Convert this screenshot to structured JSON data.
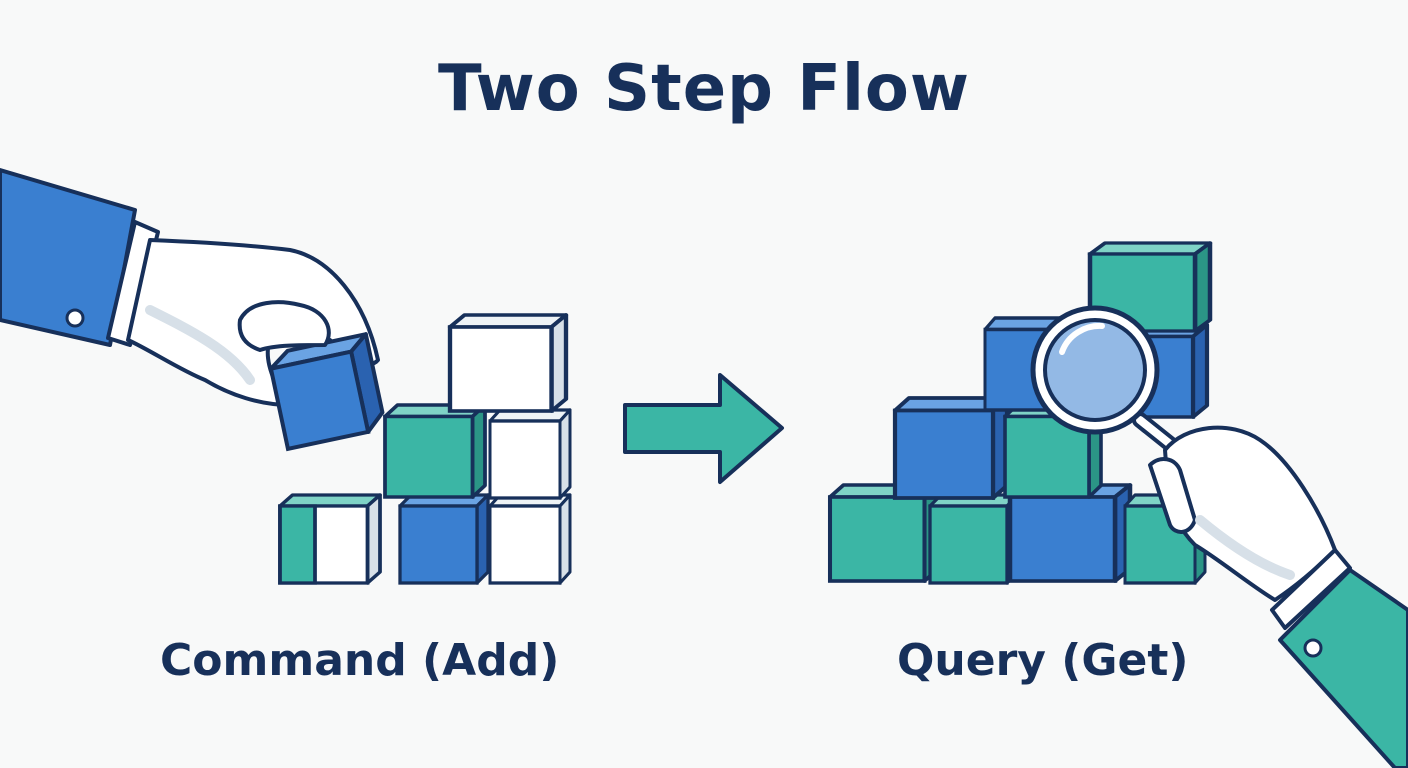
{
  "title": "Two Step Flow",
  "steps": [
    {
      "label": "Command (Add)",
      "icon": "hand-placing-cube-icon"
    },
    {
      "label": "Query (Get)",
      "icon": "magnifying-glass-icon"
    }
  ],
  "colors": {
    "navy": "#17305a",
    "blue": "#3a7fd0",
    "teal": "#3bb6a5",
    "white": "#ffffff",
    "background": "#f8f9f9"
  }
}
